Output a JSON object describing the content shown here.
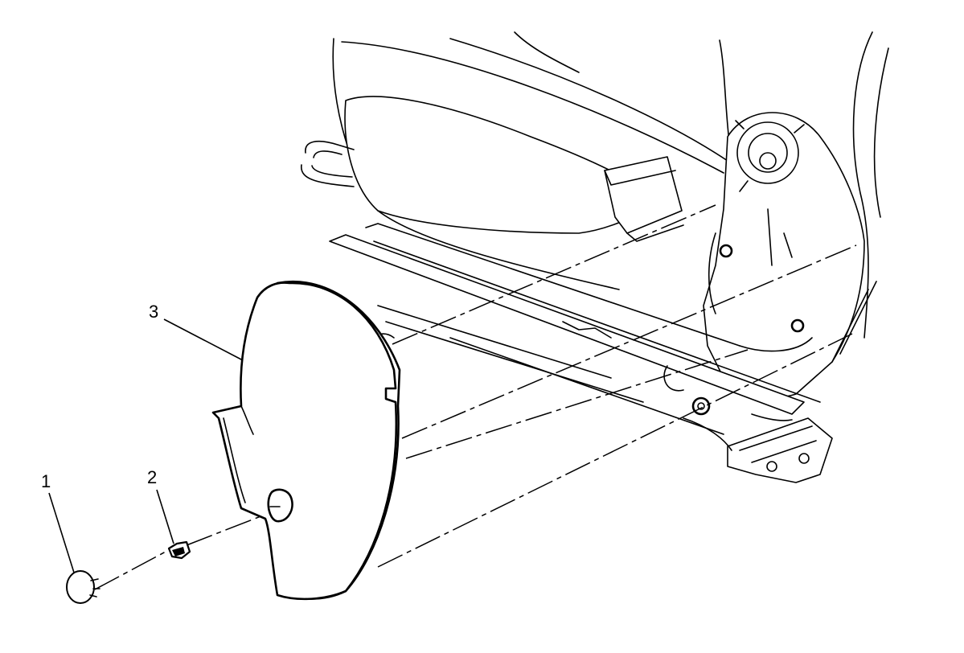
{
  "callouts": [
    {
      "id": "1",
      "label": "1"
    },
    {
      "id": "2",
      "label": "2"
    },
    {
      "id": "3",
      "label": "3"
    }
  ],
  "icons": {
    "seat_assembly": "seat-assembly-icon",
    "cap": "cap-icon",
    "nut": "nut-icon",
    "cover": "seat-side-cover-icon"
  },
  "colors": {
    "line": "#000000",
    "background": "#ffffff"
  }
}
